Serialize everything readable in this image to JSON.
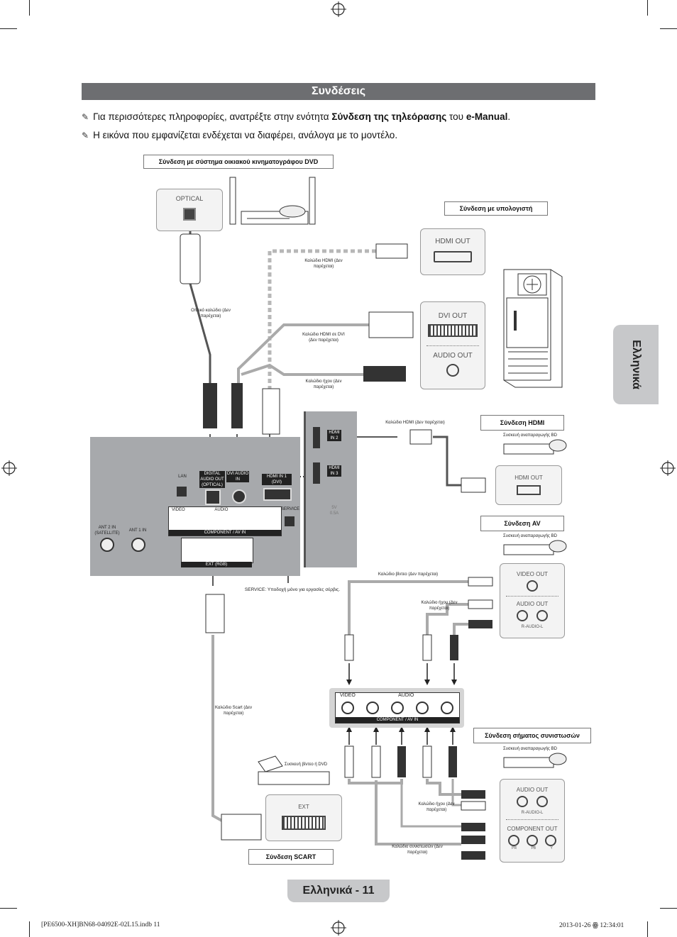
{
  "header": {
    "title": "Συνδέσεις"
  },
  "notes": [
    {
      "icon": "pencil-note-icon",
      "pre": "Για περισσότερες πληροφορίες, ανατρέξτε στην ενότητα ",
      "bold1": "Σύνδεση της τηλεόρασης",
      "mid": " του ",
      "bold2": "e-Manual",
      "post": "."
    },
    {
      "icon": "pencil-note-icon",
      "text": "Η εικόνα που εμφανίζεται ενδέχεται να διαφέρει, ανάλογα με το μοντέλο."
    }
  ],
  "sections": {
    "dvd_home": "Σύνδεση με σύστημα οικιακού κινηματογράφου DVD",
    "computer": "Σύνδεση με υπολογιστή",
    "hdmi": "Σύνδεση HDMI",
    "av": "Σύνδεση AV",
    "component": "Σύνδεση σήματος συνιστωσών",
    "scart": "Σύνδεση SCART"
  },
  "ports": {
    "optical": "OPTICAL",
    "hdmi_out_pc": "HDMI OUT",
    "dvi_out": "DVI OUT",
    "audio_out_pc": "AUDIO OUT",
    "hdmi_out_bd": "HDMI OUT",
    "video_out": "VIDEO OUT",
    "audio_out_av": "AUDIO OUT",
    "r_audio_l_av": "R-AUDIO-L",
    "audio_out_comp": "AUDIO OUT",
    "r_audio_l_comp": "R-AUDIO-L",
    "component_out": "COMPONENT OUT",
    "pr": "PR",
    "pb": "PB",
    "y": "Y",
    "ext": "EXT"
  },
  "tv_panel": {
    "lan": "LAN",
    "digital_audio_out": "DIGITAL AUDIO OUT (OPTICAL)",
    "dvi_audio_in": "DVI AUDIO IN",
    "hdmi_in1": "HDMI IN 1 (DVI)",
    "ant2": "ANT 2 IN (SATELLITE)",
    "ant1": "ANT 1 IN",
    "video": "VIDEO",
    "audio": "AUDIO",
    "component_av_in": "COMPONENT / AV IN",
    "ext_rgb": "EXT (RGB)",
    "service": "SERVICE",
    "hdmi_in2": "HDMI IN 2",
    "hdmi_in3": "HDMI IN 3",
    "usb": "5V 0.5A"
  },
  "devices": {
    "bd_player": "Συσκευή αναπαραγωγής BD",
    "vcr_dvd": "Συσκευή βίντεο ή DVD"
  },
  "cables": {
    "hdmi_not_supplied": "Καλώδιο HDMI (Δεν παρέχεται)",
    "optical": "Οπτικό καλώδιο (Δεν παρέχεται)",
    "hdmi_dvi": "Καλώδιο HDMI σε DVI (Δεν παρέχεται)",
    "audio_cable": "Καλώδιο ήχου (Δεν παρέχεται)",
    "hdmi_line": "Καλώδιο HDMI (Δεν παρέχεται)",
    "video_cable": "Καλώδιο βίντεο (Δεν παρέχεται)",
    "audio_av": "Καλώδιο ήχου (Δεν παρέχεται)",
    "scart": "Καλώδιο Scart (Δεν παρέχεται)",
    "audio_comp": "Καλώδιο ήχου (Δεν παρέχεται)",
    "component_cable": "Καλώδιο συνιστωσών (Δεν παρέχεται)"
  },
  "service_note": "SERVICE: Υποδοχή μόνο για εργασίες σέρβις.",
  "side_tab": "Ελληνικά",
  "page_label": "Ελληνικά - 11",
  "footer": {
    "left": "[PE6500-XH]BN68-04092E-02L15.indb   11",
    "right": "2013-01-26   ꙮ 12:34:01"
  }
}
